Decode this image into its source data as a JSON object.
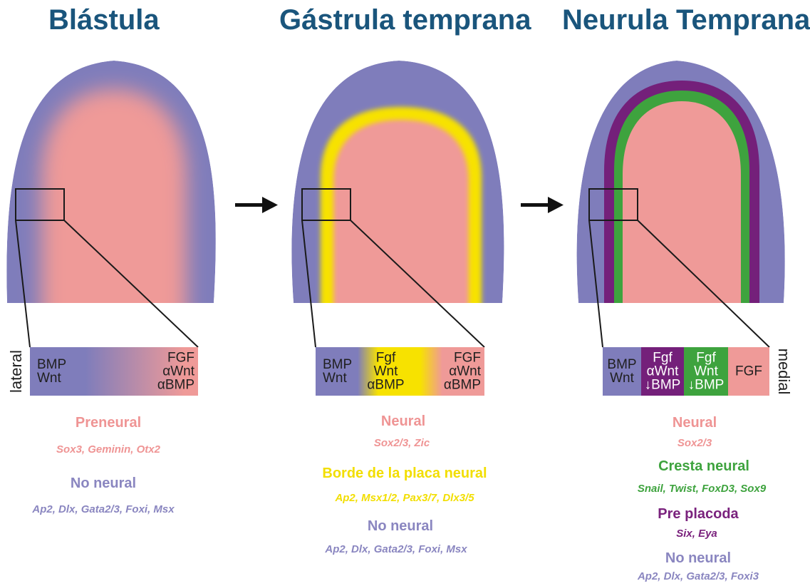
{
  "panels": [
    {
      "title": "Blástula",
      "strip": {
        "left_label": "BMP\nWnt",
        "right_label": "FGF\nαWnt\nαBMP"
      },
      "texts": [
        {
          "heading": "Preneural",
          "genes": "Sox3, Geminin, Otx2"
        },
        {
          "heading": "No neural",
          "genes": "Ap2, Dlx, Gata2/3, Foxi, Msx"
        }
      ]
    },
    {
      "title": "Gástrula temprana",
      "strip": {
        "left_label": "BMP\nWnt",
        "mid_label": "Fgf\nWnt\nαBMP",
        "right_label": "FGF\nαWnt\nαBMP"
      },
      "texts": [
        {
          "heading": "Neural",
          "genes": "Sox2/3, Zic"
        },
        {
          "heading": "Borde de la placa neural",
          "genes": "Ap2, Msx1/2, Pax3/7, Dlx3/5"
        },
        {
          "heading": "No neural",
          "genes": "Ap2, Dlx, Gata2/3, Foxi, Msx"
        }
      ]
    },
    {
      "title": "Neurula Temprana",
      "strip": {
        "seg1_label": "BMP\nWnt",
        "seg2_label": "Fgf\nαWnt\n↓BMP",
        "seg3_label": "Fgf\nWnt\n↓BMP",
        "seg4_label": "FGF"
      },
      "texts": [
        {
          "heading": "Neural",
          "genes": "Sox2/3"
        },
        {
          "heading": "Cresta neural",
          "genes": "Snail, Twist, FoxD3, Sox9"
        },
        {
          "heading": "Pre placoda",
          "genes": "Six, Eya"
        },
        {
          "heading": "No neural",
          "genes": "Ap2, Dlx, Gata2/3, Foxi3"
        }
      ]
    }
  ],
  "side_labels": {
    "lateral": "lateral",
    "medial": "medial"
  },
  "colors": {
    "title": "#1a557c",
    "non_neural": "#7f7dbb",
    "neural": "#ef9a98",
    "border": "#f7e200",
    "crest": "#3ea33e",
    "preplacode": "#74207a"
  }
}
